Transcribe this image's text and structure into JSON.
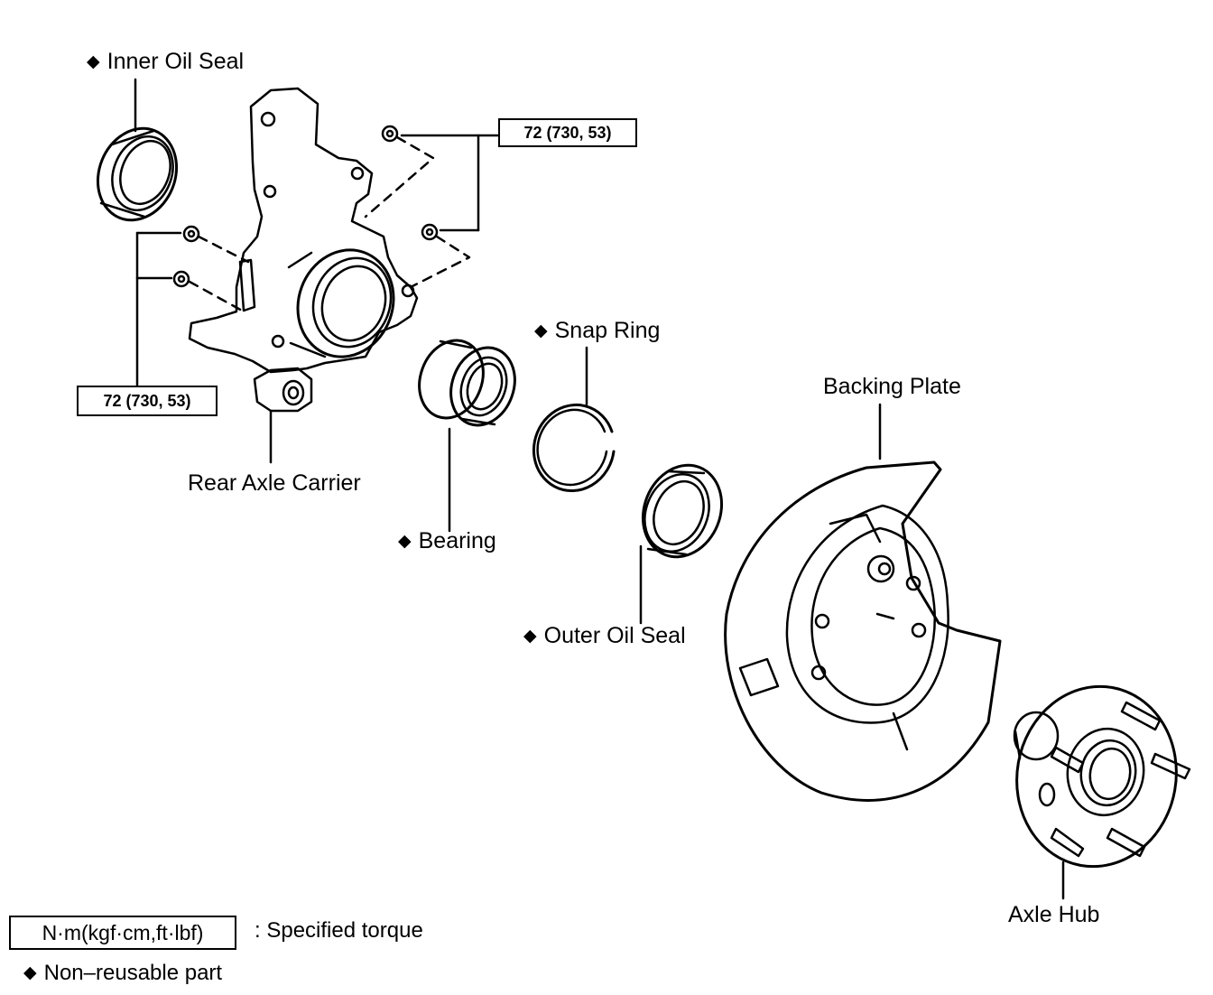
{
  "labels": {
    "inner_oil_seal": "Inner Oil Seal",
    "snap_ring": "Snap Ring",
    "backing_plate": "Backing Plate",
    "rear_axle_carrier": "Rear Axle Carrier",
    "bearing": "Bearing",
    "outer_oil_seal": "Outer Oil Seal",
    "axle_hub": "Axle Hub"
  },
  "torque": {
    "top_right": "72 (730, 53)",
    "left": "72 (730, 53)"
  },
  "legend": {
    "torque_unit": "N·m(kgf·cm,ft·lbf)",
    "torque_desc": ": Specified torque",
    "non_reusable": "Non–reusable part"
  },
  "symbols": {
    "non_reusable_marker": "◆"
  }
}
